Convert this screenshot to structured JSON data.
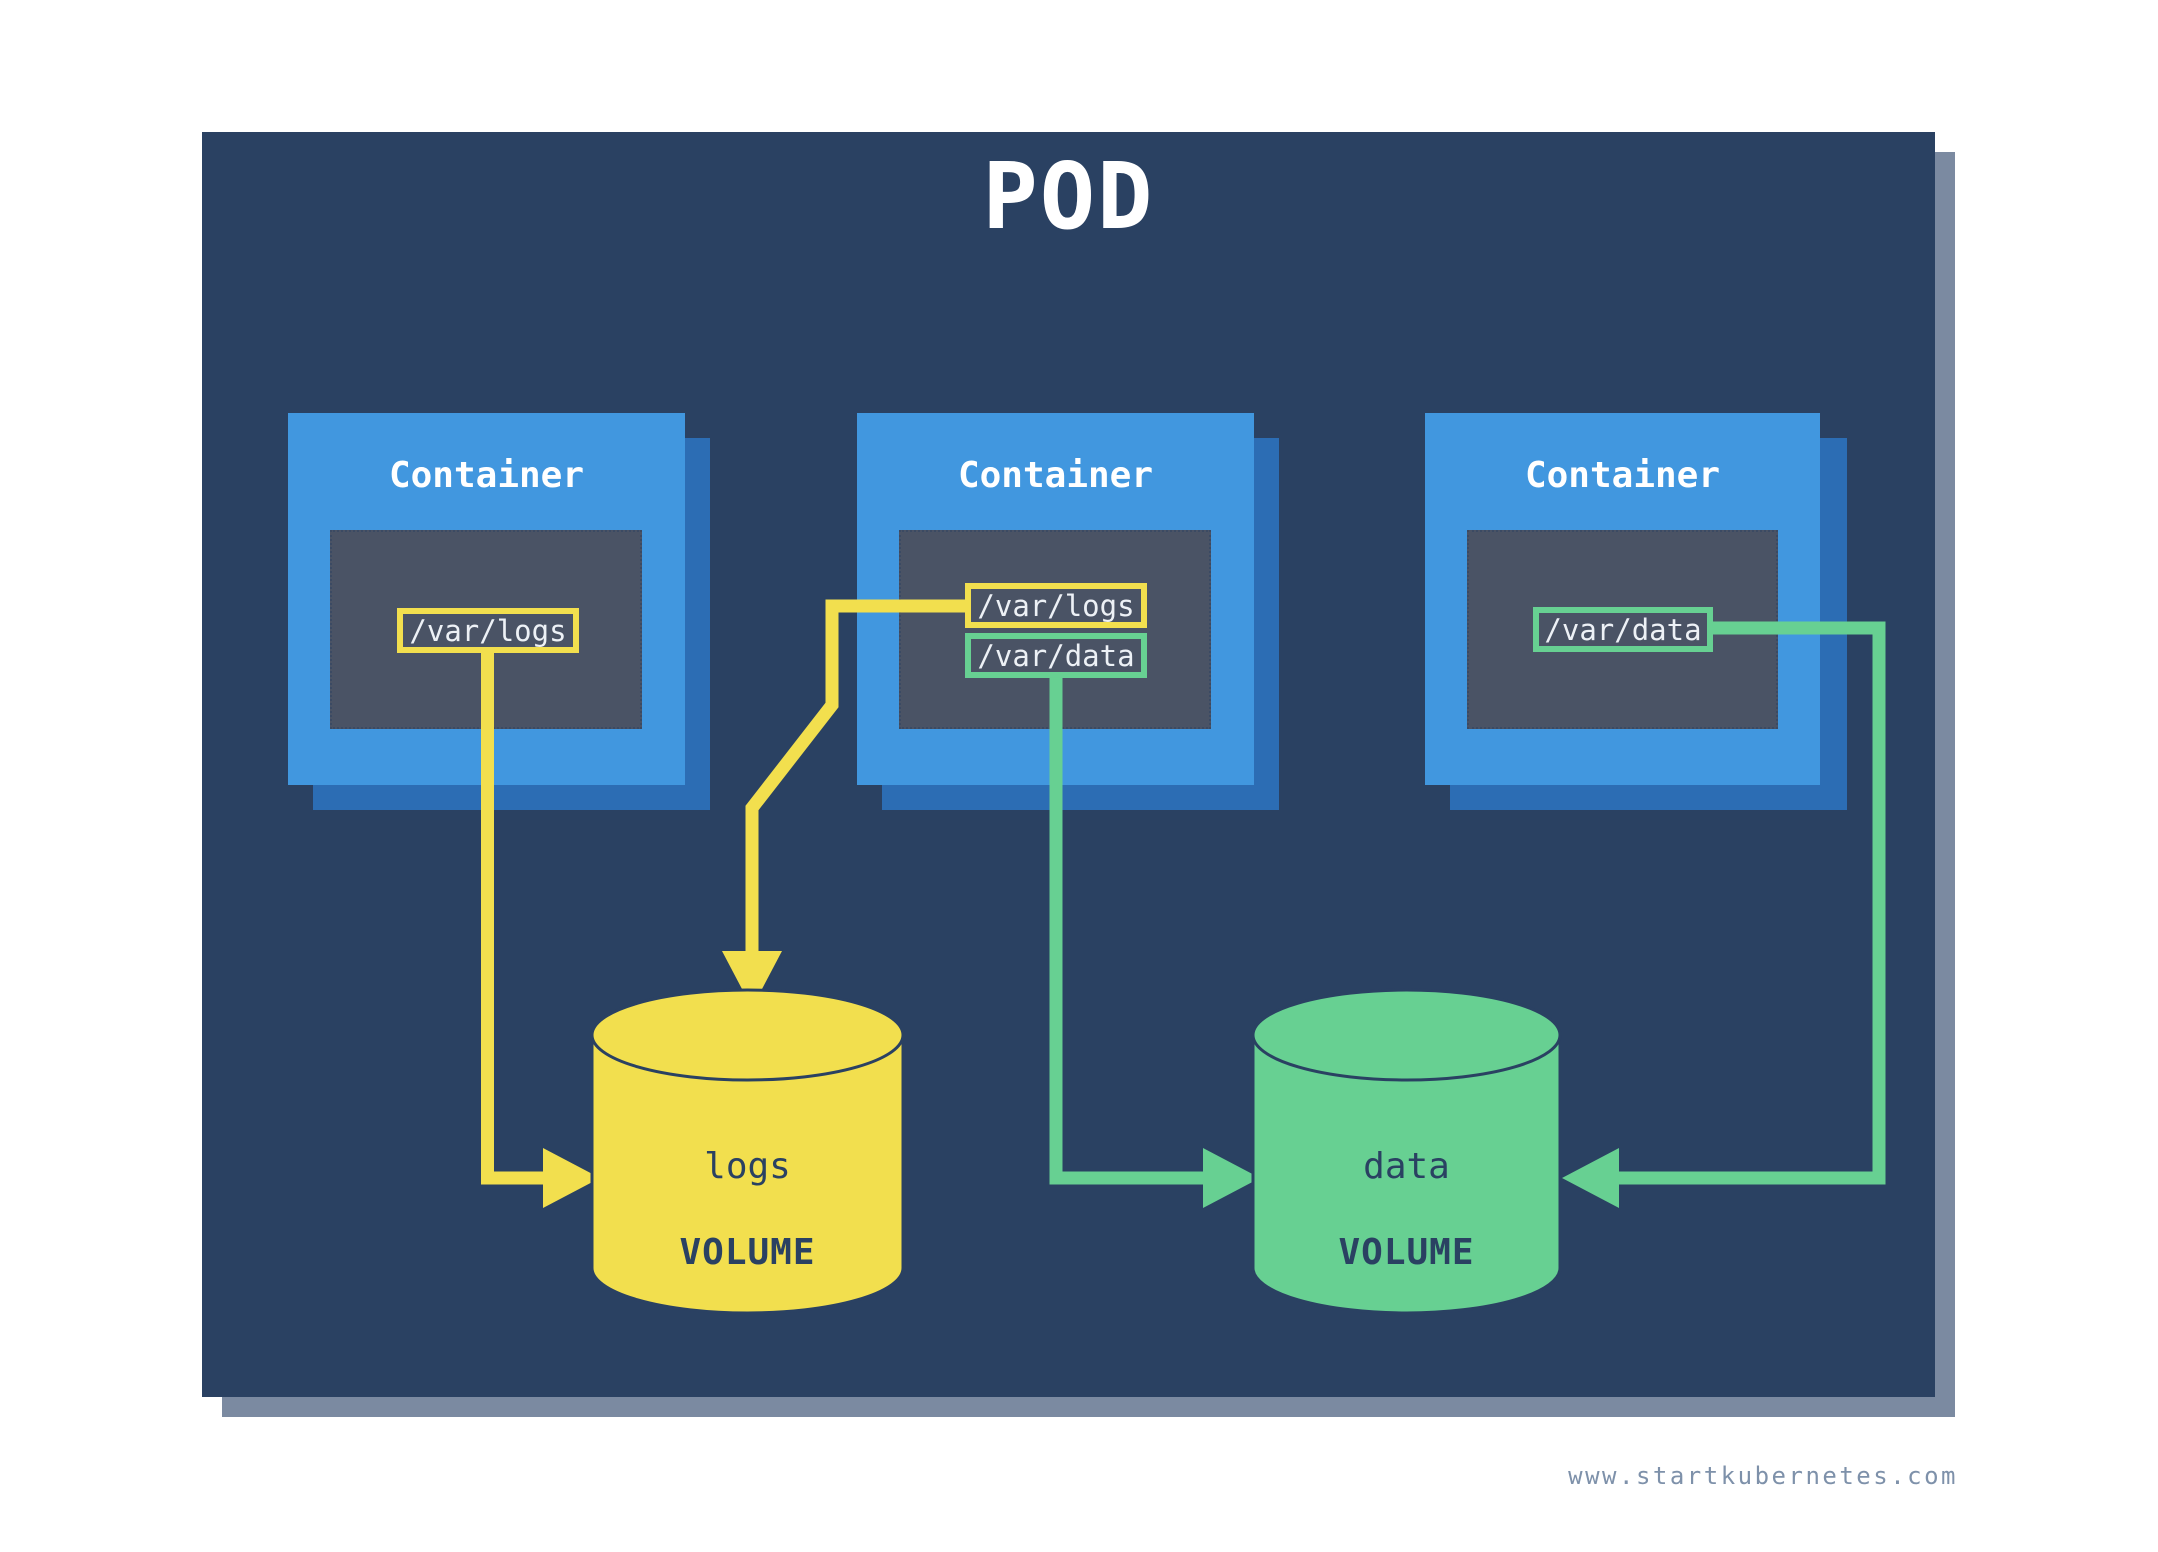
{
  "title": "POD",
  "watermark": "www.startkubernetes.com",
  "containers": [
    {
      "title": "Container",
      "mounts": [
        {
          "path": "/var/logs",
          "volume": "logs"
        }
      ]
    },
    {
      "title": "Container",
      "mounts": [
        {
          "path": "/var/logs",
          "volume": "logs"
        },
        {
          "path": "/var/data",
          "volume": "data"
        }
      ]
    },
    {
      "title": "Container",
      "mounts": [
        {
          "path": "/var/data",
          "volume": "data"
        }
      ]
    }
  ],
  "volumes": [
    {
      "name": "logs",
      "type_label": "VOLUME",
      "color": "#f2df4e"
    },
    {
      "name": "data",
      "type_label": "VOLUME",
      "color": "#67d092"
    }
  ],
  "colors": {
    "panel": "#2a4162",
    "panel_shadow": "#7b8aa1",
    "container_blue": "#4197df",
    "container_blue_shadow": "#2c6db4",
    "inner_box": "#4a5365",
    "accent_yellow": "#f2df4e",
    "accent_green": "#67d092",
    "label_text": "#edf1f6",
    "volume_text": "#2a4162",
    "watermark_text": "#7e91aa"
  }
}
